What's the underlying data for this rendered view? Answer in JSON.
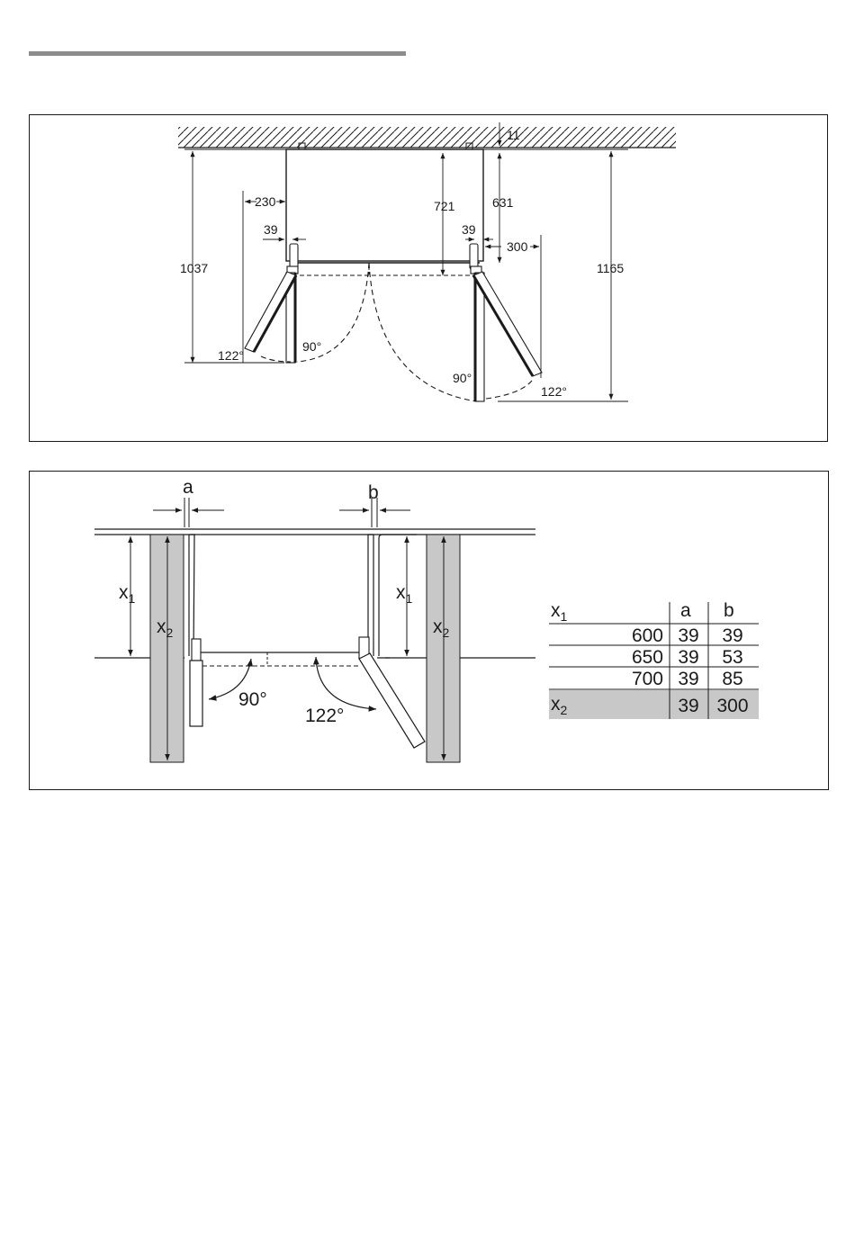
{
  "diagram_top": {
    "dims": {
      "gap_top": "11",
      "depth_hinge_left": "230",
      "depth_body": "721",
      "depth_side": "631",
      "hinge_left": "39",
      "hinge_right": "39",
      "clearance_right": "300",
      "total_left": "1037",
      "total_right": "1165"
    },
    "angles": {
      "left_open_wide": "122°",
      "left_open_90": "90°",
      "right_open_90": "90°",
      "right_open_wide": "122°"
    }
  },
  "diagram_bottom": {
    "label_a": "a",
    "label_b": "b",
    "x_main": "x",
    "x1_sub": "1",
    "x2_sub": "2",
    "angle_90": "90°",
    "angle_122": "122°"
  },
  "clearance_table": {
    "header": {
      "x_main": "x",
      "x_sub": "1",
      "col_a": "a",
      "col_b": "b"
    },
    "rows": [
      {
        "x1": "600",
        "a": "39",
        "b": "39"
      },
      {
        "x1": "650",
        "a": "39",
        "b": "53"
      },
      {
        "x1": "700",
        "a": "39",
        "b": "85"
      }
    ],
    "x2_row": {
      "x_main": "x",
      "x_sub": "2",
      "a": "39",
      "b": "300"
    },
    "highlight_color": "#c8c8c8"
  }
}
